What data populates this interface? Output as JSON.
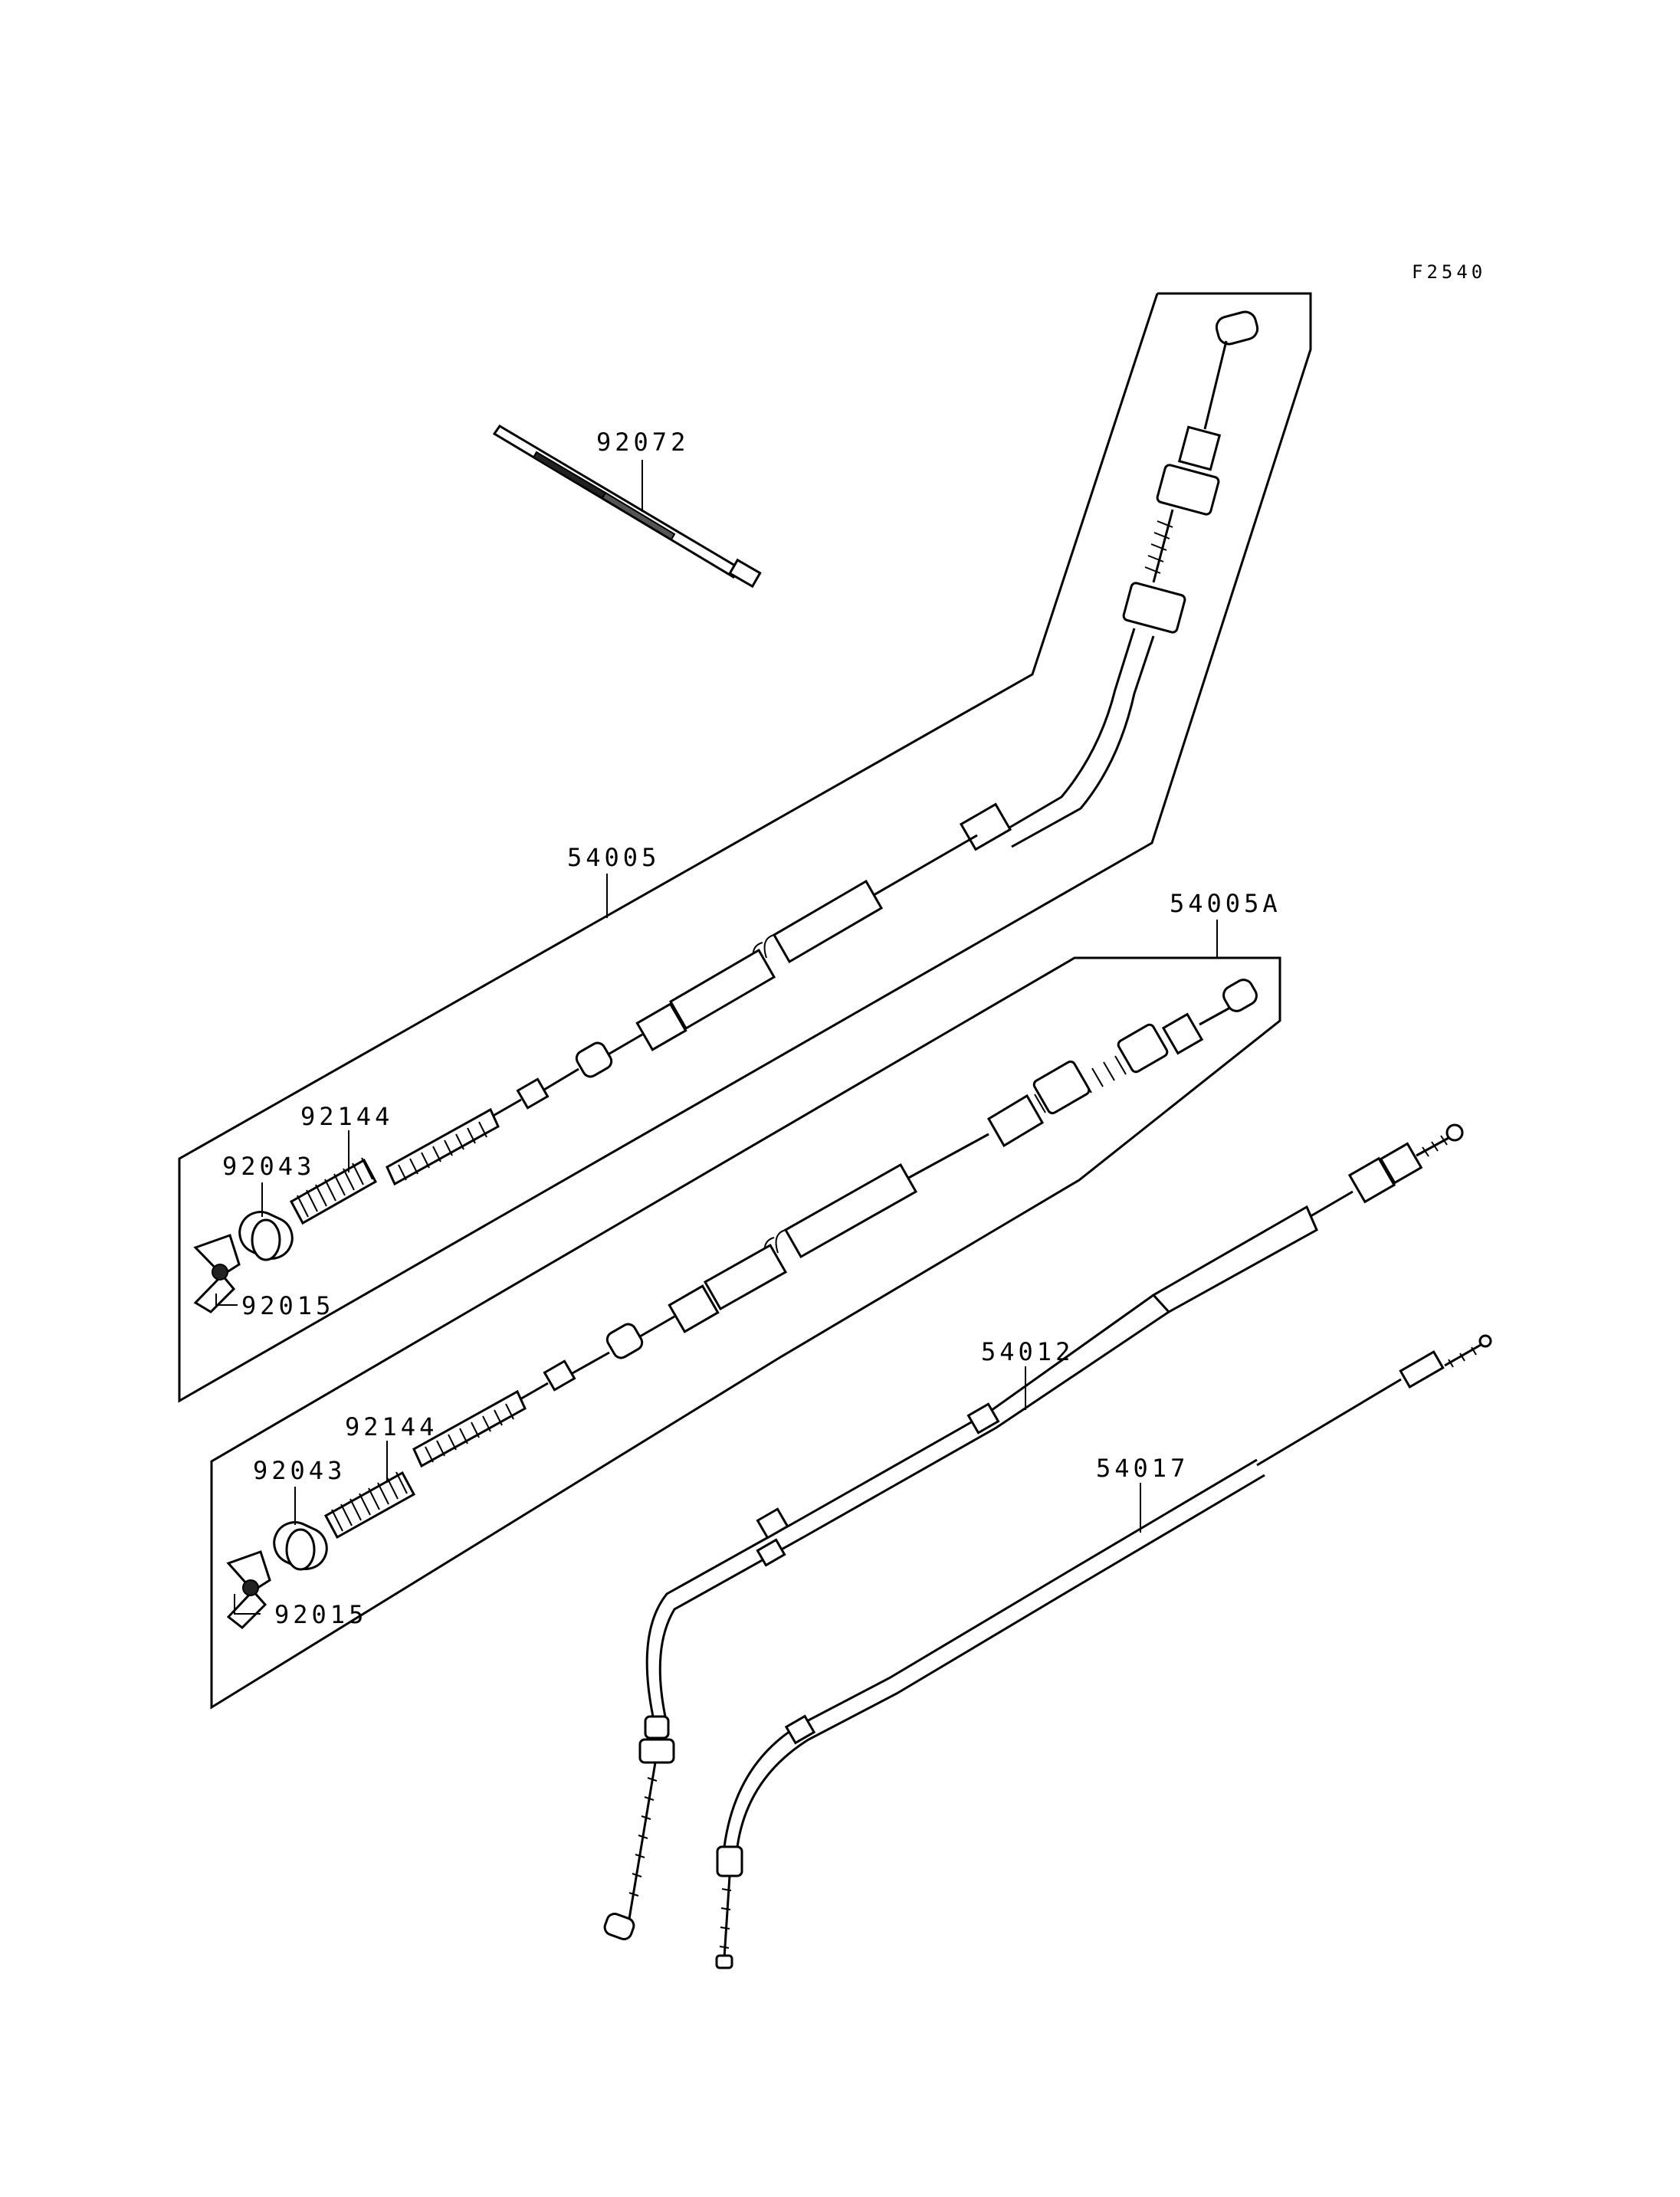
{
  "figure_code": "F2540",
  "callouts": [
    {
      "id": "c-92072",
      "text": "92072"
    },
    {
      "id": "c-54005",
      "text": "54005"
    },
    {
      "id": "c-54005A",
      "text": "54005A"
    },
    {
      "id": "c-92144-a",
      "text": "92144"
    },
    {
      "id": "c-92043-a",
      "text": "92043"
    },
    {
      "id": "c-92015-a",
      "text": "92015"
    },
    {
      "id": "c-92144-b",
      "text": "92144"
    },
    {
      "id": "c-92043-b",
      "text": "92043"
    },
    {
      "id": "c-92015-b",
      "text": "92015"
    },
    {
      "id": "c-54012",
      "text": "54012"
    },
    {
      "id": "c-54017",
      "text": "54017"
    }
  ]
}
